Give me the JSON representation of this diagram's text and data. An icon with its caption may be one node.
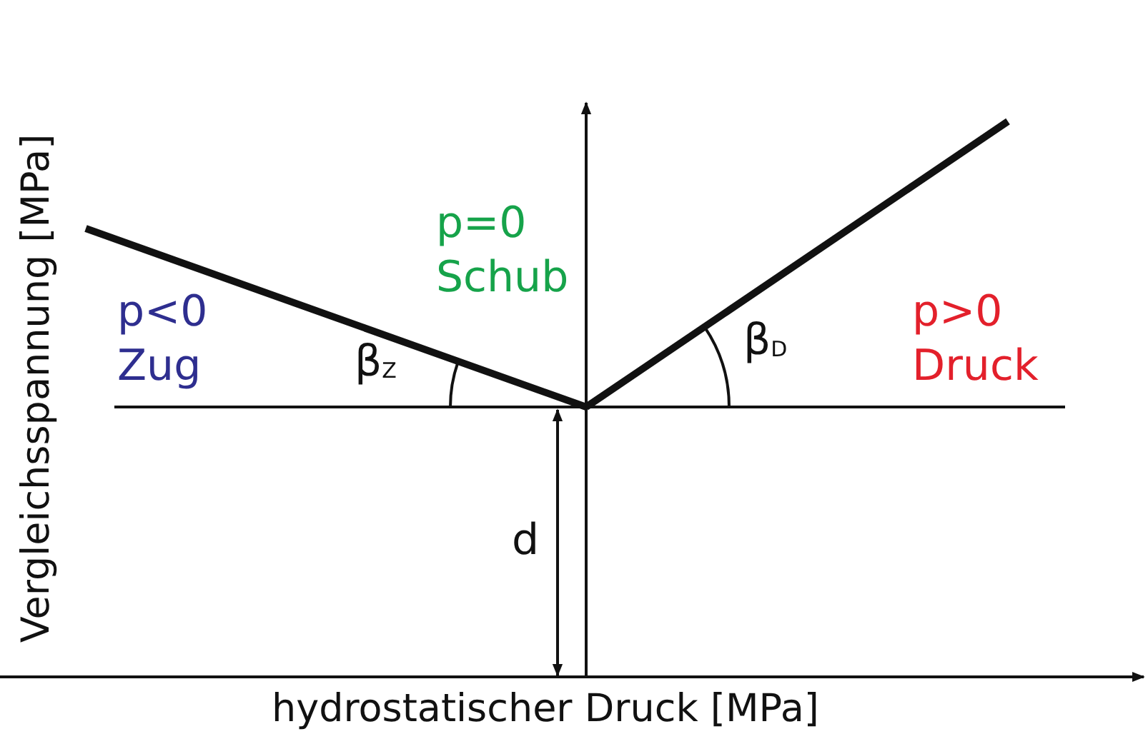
{
  "diagram": {
    "labels": [
      "p=0",
      "Schub",
      "p<0",
      "Zug",
      "β$_{Z}$",
      "β$_{D}$",
      "p>0",
      "Druck",
      "d",
      "Vergleichsspannung [MPa]",
      "hydrostatischer Druck [MPa]"
    ]
  }
}
